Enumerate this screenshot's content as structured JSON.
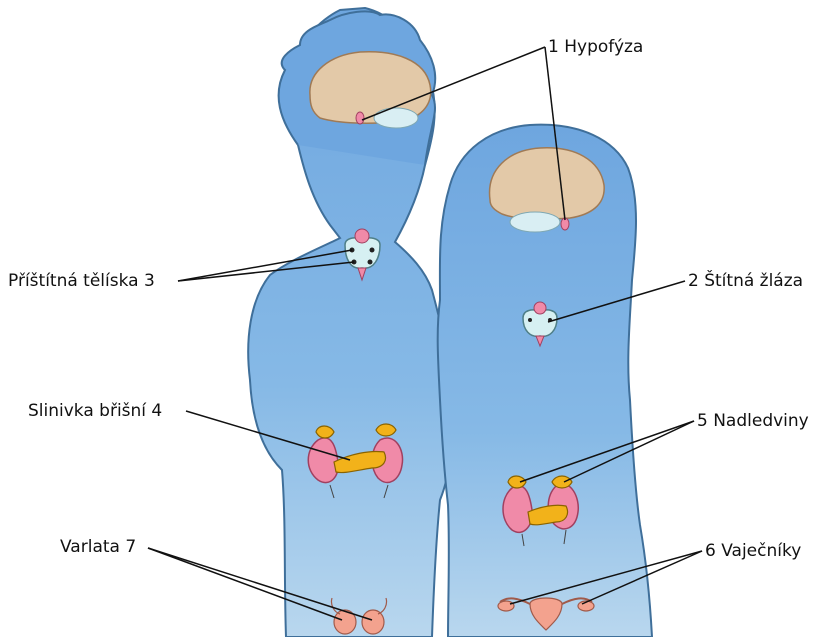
{
  "labels": {
    "hypofyza": "1 Hypofýza",
    "stitna": "2 Štítná žláza",
    "pristitna": "Příštítná tělíska 3",
    "slinivka": "Slinivka břišní 4",
    "nadledviny": "5 Nadledviny",
    "vajecniky": "6 Vaječníky",
    "varlata": "Varlata 7"
  },
  "colors": {
    "body": "#7fb2e4",
    "brain": "#e3c9a8",
    "cerebellum": "#d9eef3",
    "pituitary": "#f08aa8",
    "thyroid": "#d6f0f2",
    "kidney": "#f08aa8",
    "adrenal": "#f2b21a",
    "pancreas": "#f2b21a",
    "leader": "#111111"
  }
}
